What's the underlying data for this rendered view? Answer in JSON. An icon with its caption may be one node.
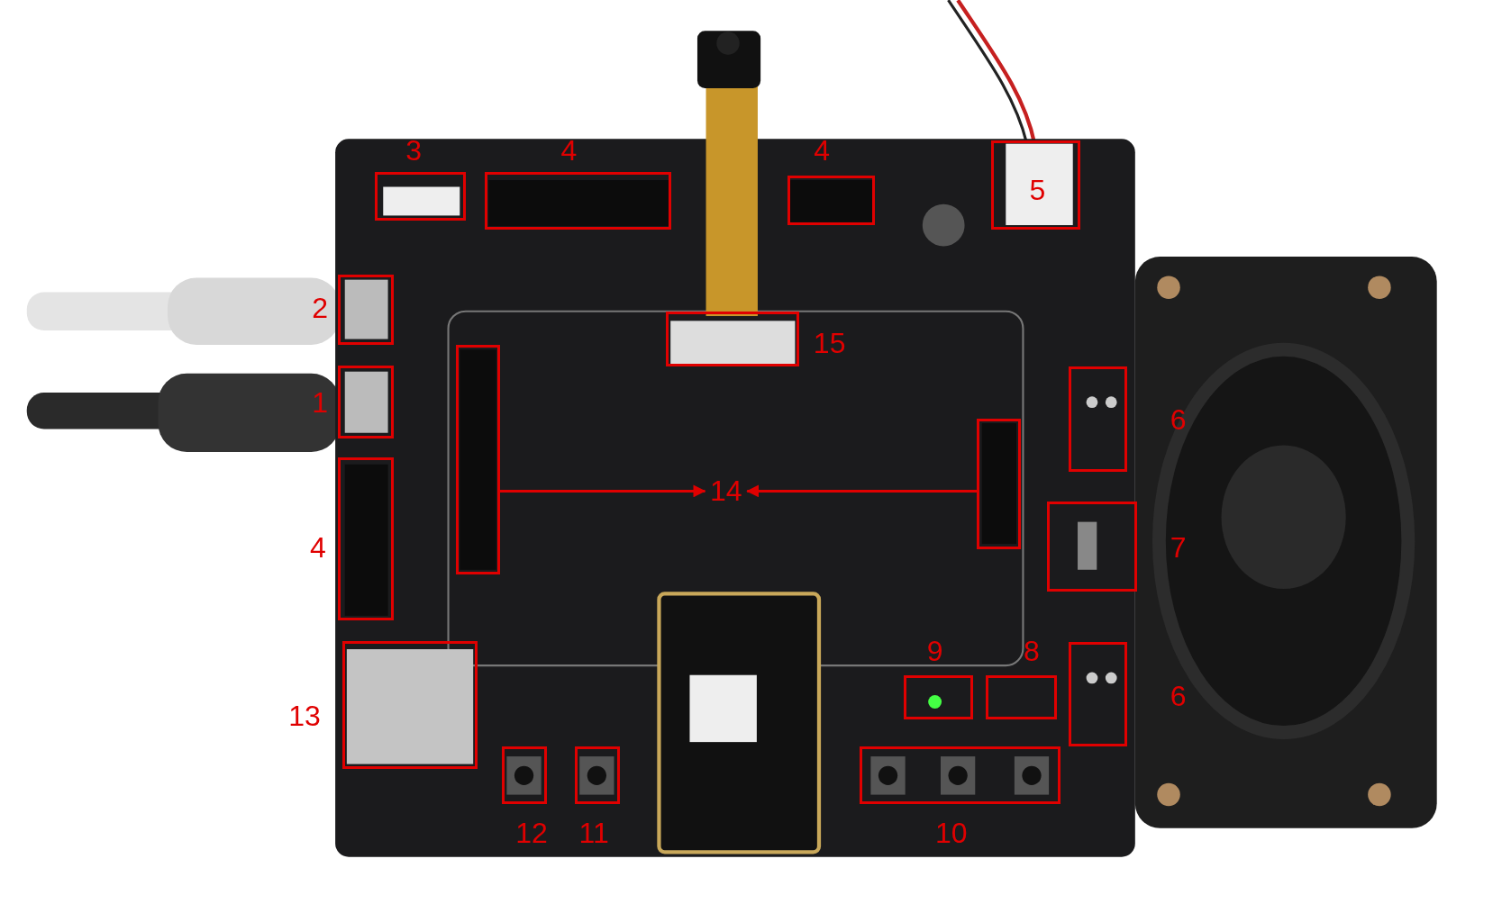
{
  "diagram": {
    "nodes": [
      {
        "text": [
          "3"
        ]
      },
      {
        "text": [
          "4"
        ]
      },
      {
        "text": [
          "4"
        ]
      },
      {
        "text": [
          "5"
        ]
      },
      {
        "text": [
          "2"
        ]
      },
      {
        "text": [
          "15"
        ]
      },
      {
        "text": [
          "1"
        ]
      },
      {
        "text": [],
        "shape": "box"
      },
      {
        "text": [
          "6"
        ]
      },
      {
        "text": [],
        "shape": "box"
      },
      {
        "text": [
          "14"
        ]
      },
      {
        "text": [
          "4"
        ]
      },
      {
        "text": [
          "7"
        ]
      },
      {
        "text": [
          "9"
        ]
      },
      {
        "text": [
          "8"
        ]
      },
      {
        "text": [
          "6"
        ]
      },
      {
        "text": [
          "13"
        ]
      },
      {
        "text": [
          "12"
        ]
      },
      {
        "text": [
          "11"
        ]
      },
      {
        "text": [
          "10"
        ]
      }
    ],
    "edges": [
      {
        "from": 7,
        "to": 10,
        "arrow": "to"
      },
      {
        "from": 9,
        "to": 10,
        "arrow": "to"
      }
    ]
  }
}
